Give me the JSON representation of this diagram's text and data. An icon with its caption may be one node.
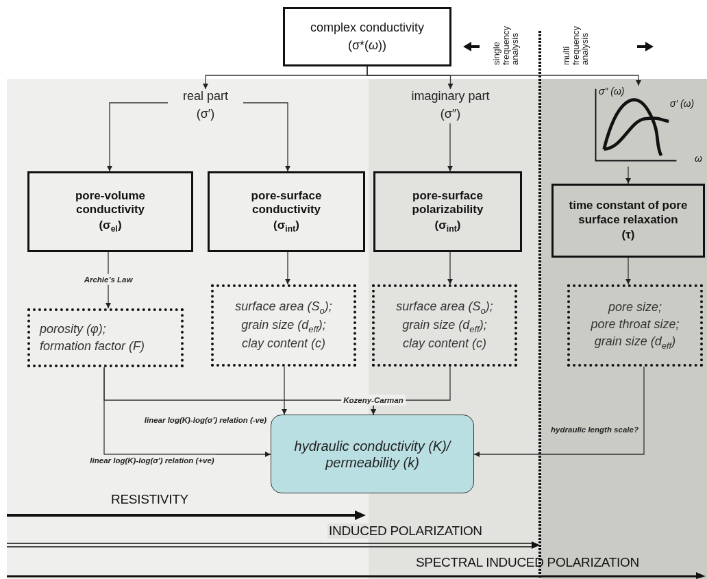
{
  "diagram": {
    "nodes": [
      {
        "text": [
          "complex conductivity",
          "(σ*(*ω*))"
        ]
      },
      {
        "text": [
          "real part",
          "(σ′)"
        ]
      },
      {
        "text": [
          "imaginary part",
          "(σ″)"
        ]
      },
      {
        "text": [
          "σ″ (ω)",
          "σ′ (ω)",
          "ω"
        ]
      },
      {
        "text": [
          "pore-volume conductivity",
          "(σ$_{el}$)"
        ]
      },
      {
        "text": [
          "pore-surface conductivity",
          "(σ$_{int}$)"
        ]
      },
      {
        "text": [
          "pore-surface polarizability",
          "(σ$_{int}$)"
        ]
      },
      {
        "text": [
          "time constant of pore surface relaxation",
          "(τ)"
        ]
      },
      {
        "text": [
          "porosity (φ);",
          "formation factor (F)"
        ]
      },
      {
        "text": [
          "surface area (S$_{o}$);",
          "grain size (d$_{eff}$);",
          "clay content (c)"
        ]
      },
      {
        "text": [
          "surface area (S$_{o}$);",
          "grain size (d$_{eff}$);",
          "clay content (c)"
        ]
      },
      {
        "text": [
          "pore size;",
          "pore throat size;",
          "grain size (d$_{eff}$)"
        ]
      },
      {
        "text": [
          "hydraulic conductivity (K)/ permeability (k)"
        ]
      }
    ],
    "edges": [
      {
        "from": 0,
        "to": 1,
        "arrow": "to"
      },
      {
        "from": 0,
        "to": 2,
        "arrow": "to"
      },
      {
        "from": 0,
        "to": 3,
        "arrow": "to"
      },
      {
        "from": 1,
        "to": 4,
        "arrow": "to"
      },
      {
        "from": 1,
        "to": 5,
        "arrow": "to"
      },
      {
        "from": 2,
        "to": 6,
        "arrow": "to"
      },
      {
        "from": 3,
        "to": 7,
        "arrow": "to"
      },
      {
        "from": 4,
        "to": 8,
        "arrow": "to",
        "label": "Archie’s Law"
      },
      {
        "from": 5,
        "to": 9,
        "arrow": "to"
      },
      {
        "from": 6,
        "to": 10,
        "arrow": "to"
      },
      {
        "from": 7,
        "to": 11,
        "arrow": "to"
      },
      {
        "from": 8,
        "to": 12,
        "arrow": "to",
        "label": "linear log(K)-log(σ′) relation (+ve)"
      },
      {
        "from": 8,
        "to": 12,
        "arrow": "to"
      },
      {
        "from": 9,
        "to": 12,
        "arrow": "to",
        "label": "linear log(K)-log(σ′) relation (-ve)"
      },
      {
        "from": 10,
        "to": 12,
        "arrow": "to",
        "label": "Kozeny-Carman"
      },
      {
        "from": 11,
        "to": 12,
        "arrow": "to",
        "label": "hydraulic length scale?"
      }
    ],
    "labels": [
      "single frequency analysis",
      "multi frequency analysis",
      "RESISTIVITY",
      "INDUCED POLARIZATION",
      "SPECTRAL INDUCED POLARIZATION"
    ]
  }
}
